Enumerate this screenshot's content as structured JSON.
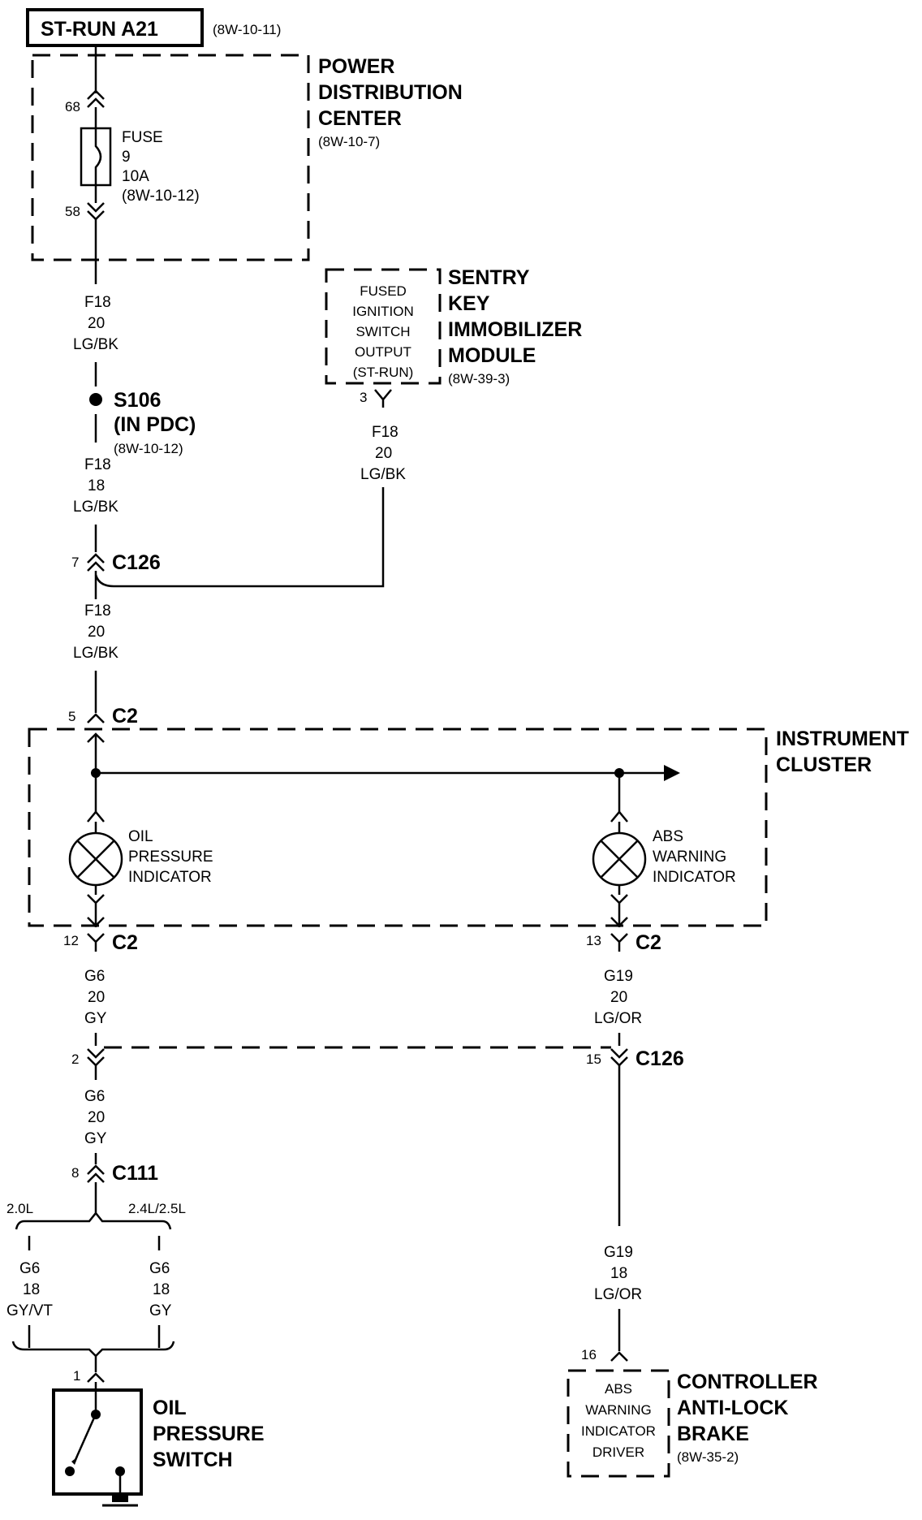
{
  "source": {
    "label": "ST-RUN A21",
    "ref": "(8W-10-11)"
  },
  "pdc": {
    "line1": "POWER",
    "line2": "DISTRIBUTION",
    "line3": "CENTER",
    "ref": "(8W-10-7)",
    "pin_in": "68",
    "pin_out": "58",
    "fuse": {
      "l1": "FUSE",
      "l2": "9",
      "l3": "10A",
      "ref": "(8W-10-12)"
    }
  },
  "wire1": {
    "l1": "F18",
    "l2": "20",
    "l3": "LG/BK"
  },
  "splice": {
    "name": "S106",
    "sub": "(IN PDC)",
    "ref": "(8W-10-12)"
  },
  "wire2": {
    "l1": "F18",
    "l2": "18",
    "l3": "LG/BK"
  },
  "skim": {
    "line1": "SENTRY",
    "line2": "KEY",
    "line3": "IMMOBILIZER",
    "line4": "MODULE",
    "ref": "(8W-39-3)",
    "box1": "FUSED",
    "box2": "IGNITION",
    "box3": "SWITCH",
    "box4": "OUTPUT",
    "box5": "(ST-RUN)",
    "pin": "3"
  },
  "wire3": {
    "l1": "F18",
    "l2": "20",
    "l3": "LG/BK"
  },
  "c126a": {
    "pin": "7",
    "name": "C126"
  },
  "wire4": {
    "l1": "F18",
    "l2": "20",
    "l3": "LG/BK"
  },
  "c2top": {
    "pin": "5",
    "name": "C2"
  },
  "cluster": {
    "line1": "INSTRUMENT",
    "line2": "CLUSTER"
  },
  "oil_ind": {
    "l1": "OIL",
    "l2": "PRESSURE",
    "l3": "INDICATOR"
  },
  "abs_ind": {
    "l1": "ABS",
    "l2": "WARNING",
    "l3": "INDICATOR"
  },
  "c2left": {
    "pin": "12",
    "name": "C2"
  },
  "c2right": {
    "pin": "13",
    "name": "C2"
  },
  "wire5": {
    "l1": "G6",
    "l2": "20",
    "l3": "GY"
  },
  "wire6": {
    "l1": "G19",
    "l2": "20",
    "l3": "LG/OR"
  },
  "c126b": {
    "pin_left": "2",
    "pin_right": "15",
    "name": "C126"
  },
  "wire7": {
    "l1": "G6",
    "l2": "20",
    "l3": "GY"
  },
  "c111": {
    "pin": "8",
    "name": "C111"
  },
  "variant_left": "2.0L",
  "variant_right": "2.4L/2.5L",
  "wire8": {
    "l1": "G6",
    "l2": "18",
    "l3": "GY/VT"
  },
  "wire9": {
    "l1": "G6",
    "l2": "18",
    "l3": "GY"
  },
  "wire10": {
    "l1": "G19",
    "l2": "18",
    "l3": "LG/OR"
  },
  "oil_switch": {
    "pin": "1",
    "line1": "OIL",
    "line2": "PRESSURE",
    "line3": "SWITCH"
  },
  "cab": {
    "pin": "16",
    "line1": "CONTROLLER",
    "line2": "ANTI-LOCK",
    "line3": "BRAKE",
    "ref": "(8W-35-2)",
    "box1": "ABS",
    "box2": "WARNING",
    "box3": "INDICATOR",
    "box4": "DRIVER"
  }
}
